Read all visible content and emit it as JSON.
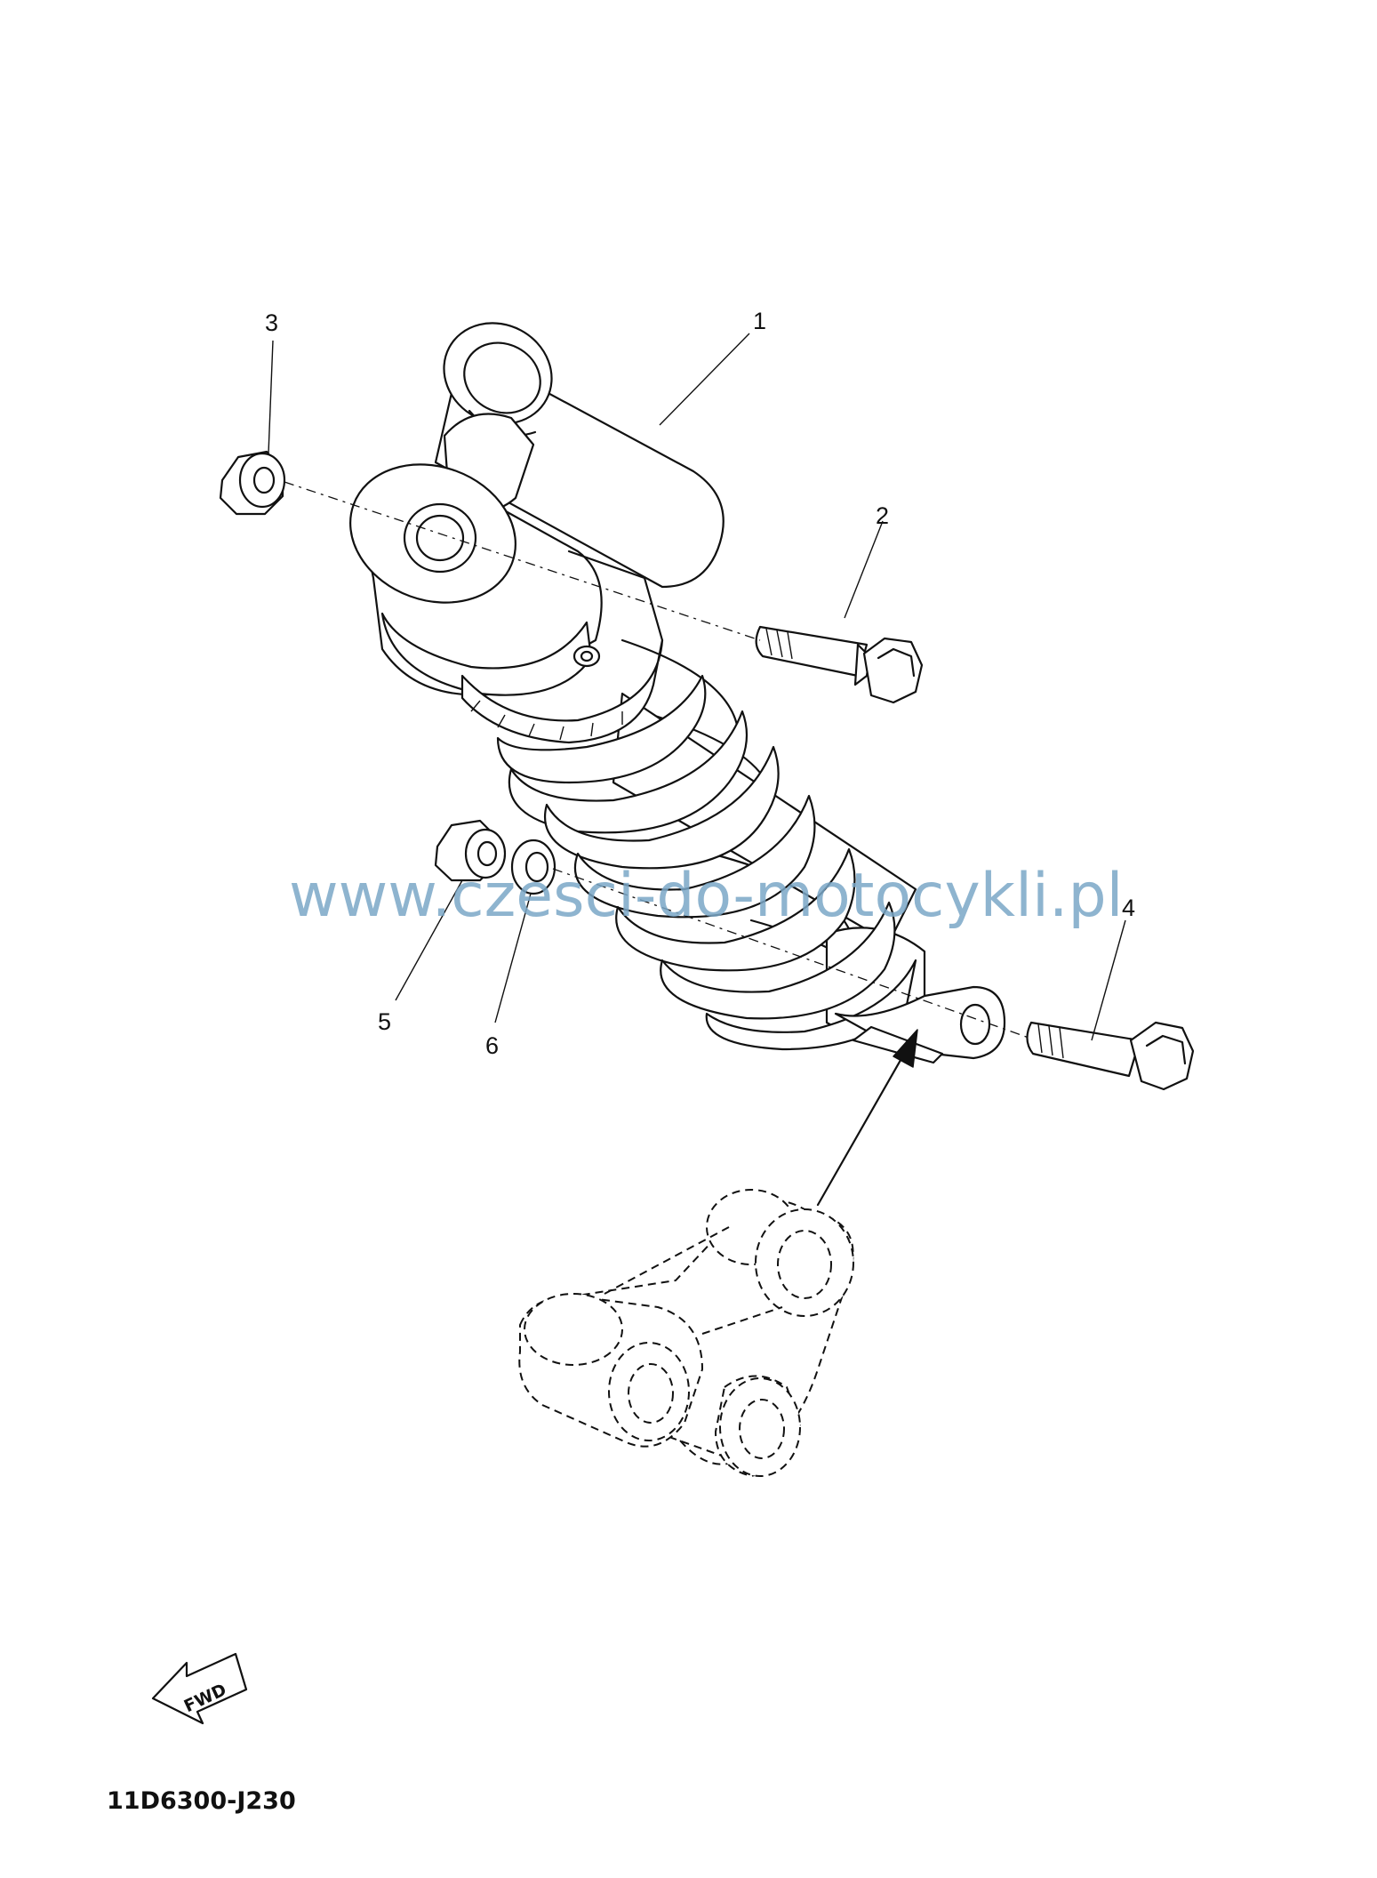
{
  "callouts": [
    {
      "id": "1",
      "label": "1"
    },
    {
      "id": "2",
      "label": "2"
    },
    {
      "id": "3",
      "label": "3"
    },
    {
      "id": "4",
      "label": "4"
    },
    {
      "id": "5",
      "label": "5"
    },
    {
      "id": "6",
      "label": "6"
    }
  ],
  "watermark": "www.czesci-do-motocykli.pl",
  "fwd_label": "FWD",
  "diagram_code": "11D6300-J230",
  "colors": {
    "line": "#111111",
    "watermark": "#7aa7c7",
    "background": "#ffffff"
  },
  "icons": [
    "fwd-arrow-icon"
  ]
}
